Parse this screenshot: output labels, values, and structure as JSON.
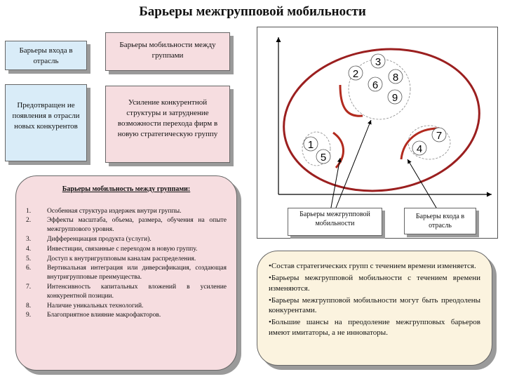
{
  "title": "Барьеры межгрупповой мобильности",
  "boxes": {
    "entry": "Барьеры входа в отрасль",
    "mobility": "Барьеры мобильности между группами",
    "prevent": "Предотвращен ие появления в отрасли новых конкурентов",
    "competition": "Усиление конкурентной структуры и затруднение возможности перехода фирм в новую стратегическую группу"
  },
  "barriers": {
    "heading": "Барьеры мобильность между группами:",
    "items": [
      {
        "num": "1.",
        "text": "Особенная структура издержек внутри группы."
      },
      {
        "num": "2.",
        "text": "Эффекты масштаба, объема, размера, обучения на опыте межгруппового уровня."
      },
      {
        "num": "3.",
        "text": "Дифференциация продукта (услуги)."
      },
      {
        "num": "4.",
        "text": "Инвестиции, связанные с переходом в новую группу."
      },
      {
        "num": "5.",
        "text": "Доступ к внутригрупповым каналам распределения."
      },
      {
        "num": "6.",
        "text": "Вертикальная интеграция или диверсификация, создающая внутригрупповые преимущества."
      },
      {
        "num": "7.",
        "text": "Интенсивность капитальных вложений в усиление конкурентной позиции."
      },
      {
        "num": "8.",
        "text": "Наличие уникальных технологий."
      },
      {
        "num": "9.",
        "text": "Благоприятное влияние макрофакторов."
      }
    ]
  },
  "diagram": {
    "numbers": [
      "1",
      "2",
      "3",
      "4",
      "5",
      "6",
      "7",
      "8",
      "9"
    ],
    "label_mobility": "Барьеры межгрупповой мобильности",
    "label_entry": "Барьеры входа в отрасль",
    "colors": {
      "barrier": "#b22a1e",
      "ellipse": "#9b1f1f",
      "axis": "#000000"
    }
  },
  "facts": [
    "•Состав стратегических групп с течением времени изменяется.",
    "•Барьеры межгрупповой мобильности с течением времени изменяются.",
    "•Барьеры межгрупповой мобильности могут быть преодолены конкурентами.",
    "•Большие шансы на преодоление межгрупповых барьеров имеют имитаторы, а не инноваторы."
  ]
}
